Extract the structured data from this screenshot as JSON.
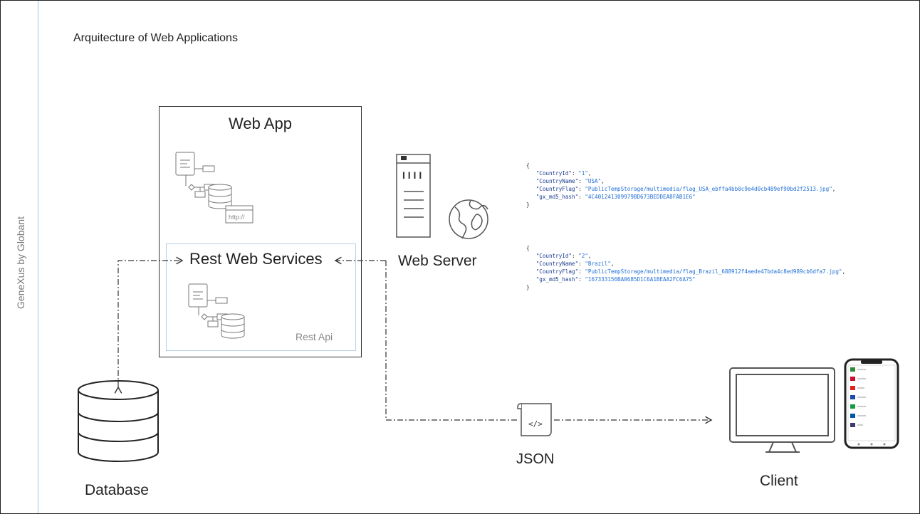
{
  "sidebar": {
    "brand": "GeneXus by Globant"
  },
  "slide": {
    "title": "Arquitecture  of Web Applications"
  },
  "webapp": {
    "title": "Web App",
    "url_tag": "http://"
  },
  "rest": {
    "title": "Rest Web Services",
    "api_label": "Rest Api"
  },
  "webserver": {
    "label": "Web Server"
  },
  "json_label": "JSON",
  "json_icon_text": "</>",
  "client": {
    "label": "Client"
  },
  "database": {
    "label": "Database"
  },
  "json_records": [
    {
      "lines": [
        {
          "key": "\"CountryId\"",
          "value": "\"1\""
        },
        {
          "key": "\"CountryName\"",
          "value": "\"USA\""
        },
        {
          "key": "\"CountryFlag\"",
          "value": "\"PublicTempStorage/multimedia/flag_USA_ebffa4bb0c9e4d0cb489ef90bd2f2513.jpg\""
        },
        {
          "key": "\"gx_md5_hash\"",
          "value": "\"4C401241309979BD673BEDDEA8FAB1E6\""
        }
      ]
    },
    {
      "lines": [
        {
          "key": "\"CountryId\"",
          "value": "\"2\""
        },
        {
          "key": "\"CountryName\"",
          "value": "\"Brazil\""
        },
        {
          "key": "\"CountryFlag\"",
          "value": "\"PublicTempStorage/multimedia/flag_Brazil_688912f4aede47bda4c8ed989cb6dfa7.jpg\""
        },
        {
          "key": "\"gx_md5_hash\"",
          "value": "\"167333156BA0685D1C6A1BEAA2FC6A75\""
        }
      ]
    }
  ],
  "server_vents": "I I I I",
  "colors": {
    "accent_line": "#9ec3e6",
    "json_value": "#1f6fd6",
    "json_key": "#1a3d8f"
  }
}
